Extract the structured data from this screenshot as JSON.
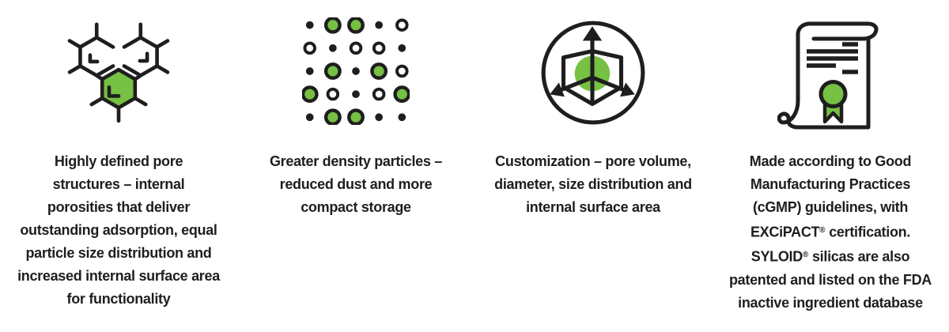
{
  "colors": {
    "green": "#76C043",
    "ink": "#1e1e1e",
    "background": "#ffffff"
  },
  "features": [
    {
      "icon_name": "molecule-hexagons-icon",
      "icon_meaning": "three linked hexagon pore structures, center one green",
      "text": "Highly defined pore\nstructures – internal\nporosities that deliver\noutstanding adsorption, equal\nparticle size distribution and\nincreased internal surface area\nfor functionality"
    },
    {
      "icon_name": "particle-grid-icon",
      "icon_meaning": "5x5 grid of particles of varying size and density",
      "text": "Greater density particles –\nreduced dust and more\ncompact storage"
    },
    {
      "icon_name": "customization-cube-icon",
      "icon_meaning": "cube with green core and arrows expanding outward inside a circle",
      "text": "Customization – pore volume,\ndiameter, size distribution and\ninternal surface area"
    },
    {
      "icon_name": "certificate-icon",
      "icon_meaning": "scroll certificate document with green ribbon seal",
      "text": "Made according to Good\nManufacturing Practices\n(cGMP) guidelines, with\nEXCiPACT® certification.\nSYLOID® silicas are also\npatented and listed on the FDA\ninactive ingredient database"
    }
  ],
  "icons": {
    "particle_grid_pattern": [
      [
        "dot",
        "green",
        "green",
        "dot",
        "ring"
      ],
      [
        "ring",
        "dot",
        "ring",
        "ring",
        "dot"
      ],
      [
        "dot",
        "green",
        "dot",
        "green",
        "ring"
      ],
      [
        "green",
        "ring",
        "dot",
        "ring",
        "green"
      ],
      [
        "dot",
        "green",
        "green",
        "dot",
        "dot"
      ]
    ]
  }
}
